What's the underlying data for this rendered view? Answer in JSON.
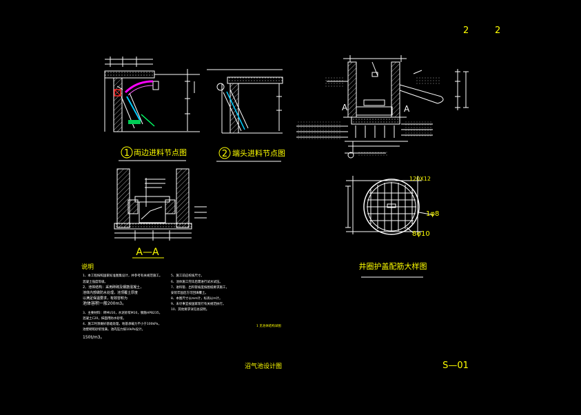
{
  "sheet": {
    "corner_marks": [
      "2",
      "2"
    ],
    "sheet_number": "S—01",
    "drawing_title": "沼气池设计图"
  },
  "details": {
    "detail1": {
      "number": "1",
      "title": "両边进料节点图"
    },
    "detail2": {
      "number": "2",
      "title": "端头进料节点图"
    },
    "section": {
      "title": "A—A",
      "mark": "A"
    },
    "manhole": {
      "title": "井圈护盖配筋大样图",
      "dim_top": "120X12",
      "rebar1": "1φ8",
      "rebar2": "8φ10"
    }
  },
  "notes": {
    "heading": "说明",
    "left": [
      "1、本工程按照国家标准图集设计，并参考有关规范施工。",
      "   混凝土强度等级。",
      "2、池体结构：采用砖砌及钢筋混凝土，",
      "   池体内部做防水处理，池顶覆土厚度",
      "   以满足保温要求，有效容积为",
      "   池体容积一般200m3。",
      "3、主要材料：砖MU10，水泥砂浆M10，钢筋HPB235，",
      "   混凝土C20，抹面用防水砂浆。",
      "4、施工时须做好基础处理，地基承载力不小于100kPa，",
      "   池壁砌筑砂浆饱满，池内压力按10kPa设计。",
      "   150t/m3。"
    ],
    "right": [
      "5、施工前应校核尺寸。",
      "6、池体施工完毕后需进行试水试压。",
      "7、进料管、出料管坡度按图纸要求施工，",
      "   安装牢固后方可回填覆土。",
      "8、本图尺寸以mm计，标高以m计。",
      "9、未尽事宜按国家现行有关规范执行。",
      "10、其他要求详见总说明。"
    ],
    "footnote": "1 见池体结构详图"
  },
  "colors": {
    "background": "#000000",
    "line": "#ffffff",
    "yellow_text": "#ffff00",
    "cyan": "#00ffff",
    "red": "#ff2a2a",
    "magenta": "#ff00ff",
    "green": "#00ff66"
  }
}
